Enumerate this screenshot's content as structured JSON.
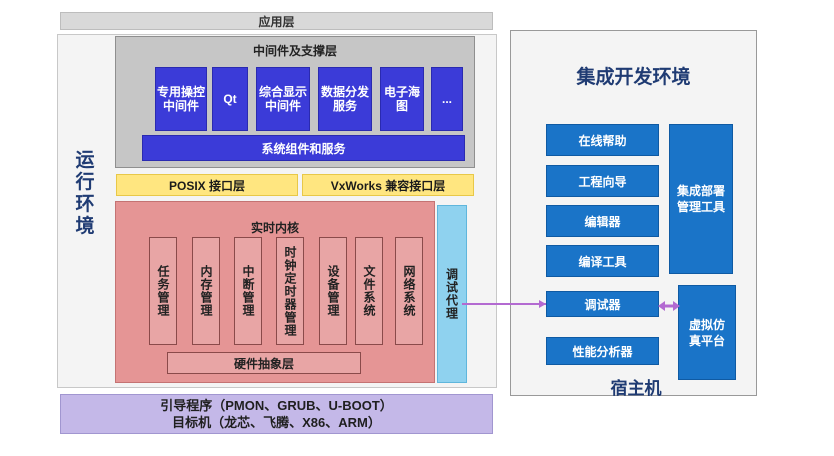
{
  "app_layer": "应用层",
  "runtime_label": "运行环境",
  "middleware": {
    "title": "中间件及支撑层",
    "items": [
      "专用操控中间件",
      "Qt",
      "综合显示中间件",
      "数据分发服务",
      "电子海图",
      "..."
    ],
    "system_services": "系统组件和服务"
  },
  "interfaces": {
    "posix": "POSIX 接口层",
    "vxworks": "VxWorks 兼容接口层"
  },
  "kernel": {
    "title": "实时内核",
    "modules": [
      "任务管理",
      "内存管理",
      "中断管理",
      "时钟定时器管理",
      "设备管理",
      "文件系统",
      "网络系统"
    ],
    "hal": "硬件抽象层",
    "debug_agent": "调试代理"
  },
  "bootloader": {
    "line1": "引导程序（PMON、GRUB、U-BOOT）",
    "line2": "目标机（龙芯、飞腾、X86、ARM）"
  },
  "ide": {
    "title": "集成开发环境",
    "tools": [
      "在线帮助",
      "工程向导",
      "编辑器",
      "编译工具",
      "调试器",
      "性能分析器"
    ],
    "deploy_tool": "集成部署管理工具",
    "simulator": "虚拟仿真平台",
    "host_label": "宿主机"
  },
  "colors": {
    "middleware_box": "#3b3bd8",
    "interface": "#ffe680",
    "kernel": "#e59595",
    "debug_agent": "#8fd2ef",
    "bootloader": "#c4b8e8",
    "ide_tool": "#1a74c8",
    "connector": "#b36ad1"
  }
}
